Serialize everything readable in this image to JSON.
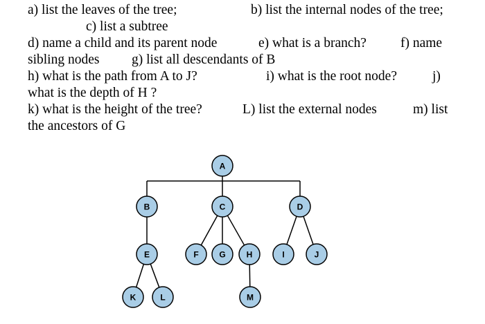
{
  "questions": {
    "a": "a) list the leaves of the tree;",
    "b": "b) list the internal nodes of the tree;",
    "c": "c) list a subtree",
    "d": "d) name a child and its parent node",
    "e": "e) what is a branch?",
    "f": "f) name",
    "f_cont_g": "sibling nodes",
    "g": "g) list all descendants of B",
    "h": "h) what is the path from A to J?",
    "i": "i) what is the root node?",
    "j": "j)",
    "j_cont": "what is the depth of H ?",
    "k": "k) what is the height of the tree?",
    "l": "L) list the external nodes",
    "m": "m) list",
    "m_cont": "the ancestors of G"
  },
  "tree": {
    "node_fill": "#a9cde6",
    "node_stroke": "#000000",
    "edge_color": "#000000",
    "nodes": [
      {
        "id": "A",
        "label": "A"
      },
      {
        "id": "B",
        "label": "B"
      },
      {
        "id": "C",
        "label": "C"
      },
      {
        "id": "D",
        "label": "D"
      },
      {
        "id": "E",
        "label": "E"
      },
      {
        "id": "F",
        "label": "F"
      },
      {
        "id": "G",
        "label": "G"
      },
      {
        "id": "H",
        "label": "H"
      },
      {
        "id": "I",
        "label": "I"
      },
      {
        "id": "J",
        "label": "J"
      },
      {
        "id": "K",
        "label": "K"
      },
      {
        "id": "L",
        "label": "L"
      },
      {
        "id": "M",
        "label": "M"
      }
    ],
    "edges": [
      [
        "A",
        "B"
      ],
      [
        "A",
        "C"
      ],
      [
        "A",
        "D"
      ],
      [
        "B",
        "E"
      ],
      [
        "C",
        "F"
      ],
      [
        "C",
        "G"
      ],
      [
        "C",
        "H"
      ],
      [
        "D",
        "I"
      ],
      [
        "D",
        "J"
      ],
      [
        "E",
        "K"
      ],
      [
        "E",
        "L"
      ],
      [
        "H",
        "M"
      ]
    ]
  }
}
